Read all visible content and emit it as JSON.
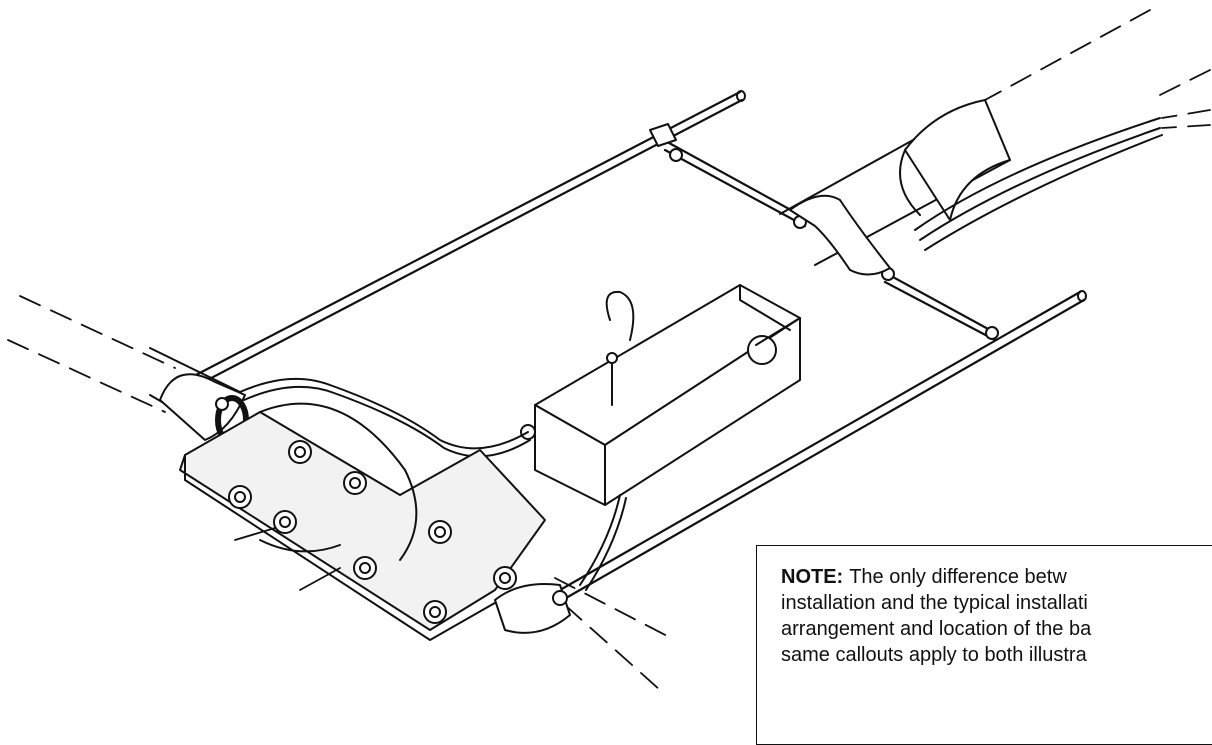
{
  "note": {
    "label": "NOTE:",
    "lines": [
      "The only difference betw",
      "installation and the typical installati",
      "arrangement and location of the ba",
      "same callouts apply to both illustra"
    ]
  },
  "colors": {
    "ink": "#111111",
    "paper": "#ffffff",
    "fill": "#f2f2f2"
  }
}
